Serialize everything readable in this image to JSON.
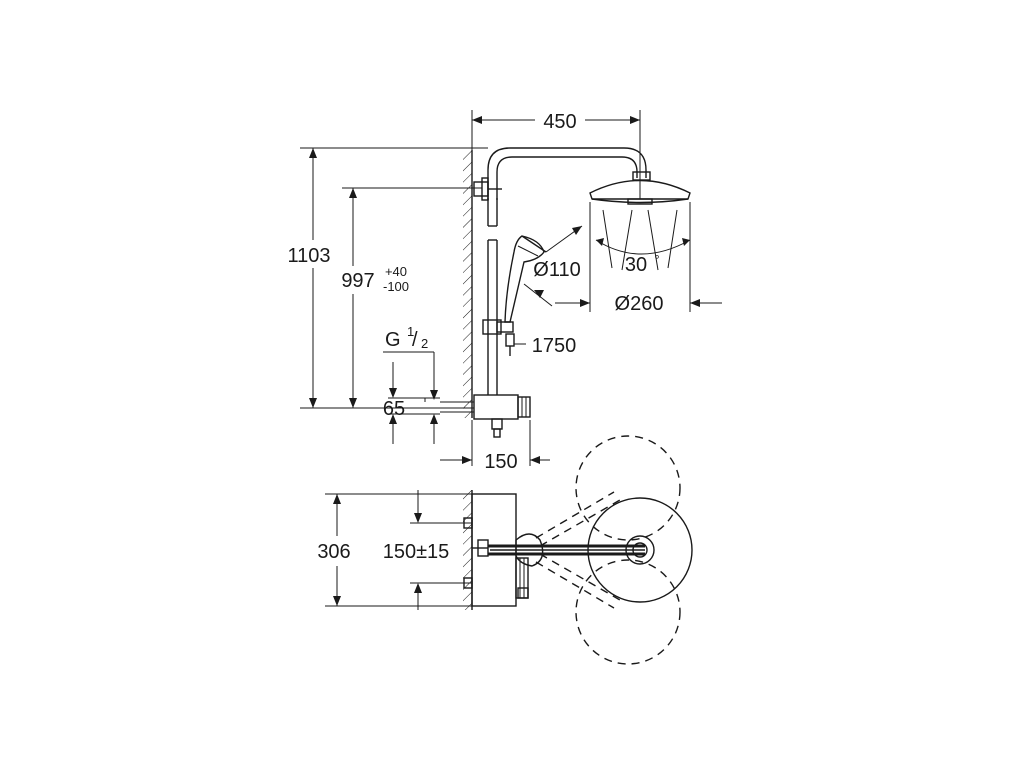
{
  "dimensions": {
    "width_450": "450",
    "height_1103": "1103",
    "height_997": "997",
    "tol_plus": "+40",
    "tol_minus": "-100",
    "thread_g": "G",
    "thread_num": "1",
    "thread_den": "2",
    "spacing_65": "65",
    "depth_150": "150",
    "handshower_dia": "Ø110",
    "angle": "30",
    "angle_unit": "°",
    "head_dia": "Ø260",
    "hose_length": "1750",
    "plan_depth_306": "306",
    "plan_spacing": "150±15"
  },
  "colors": {
    "line": "#1a1a1a",
    "background": "#ffffff"
  },
  "views": [
    "side-elevation",
    "top-plan"
  ]
}
